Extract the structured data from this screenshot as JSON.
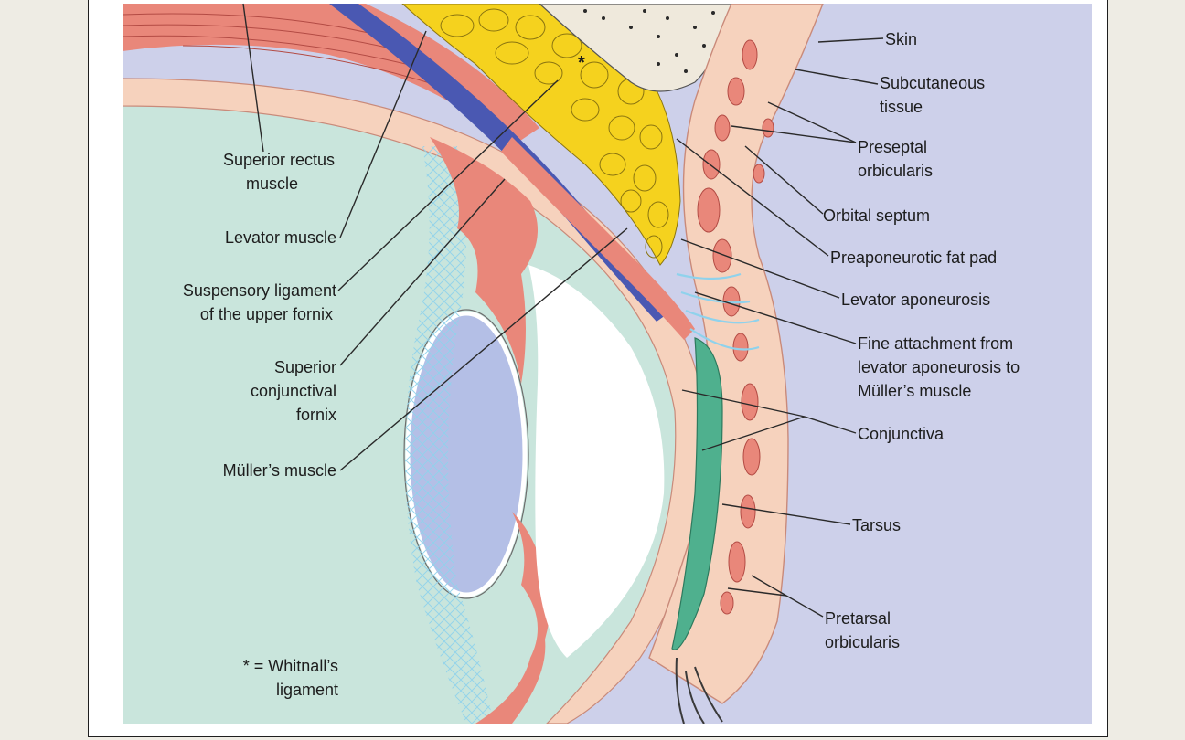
{
  "labels": {
    "skin": "Skin",
    "subcutaneous": [
      "Subcutaneous",
      "tissue"
    ],
    "preseptal": [
      "Preseptal",
      "orbicularis"
    ],
    "orbital_septum": "Orbital septum",
    "preaponeurotic": "Preaponeurotic fat pad",
    "levator_aponeurosis": "Levator aponeurosis",
    "fine_attachment": [
      "Fine attachment from",
      "levator aponeurosis to",
      "Müller’s muscle"
    ],
    "conjunctiva": "Conjunctiva",
    "tarsus": "Tarsus",
    "pretarsal": [
      "Pretarsal",
      "orbicularis"
    ],
    "superior_rectus": [
      "Superior rectus",
      "muscle"
    ],
    "levator_muscle": "Levator muscle",
    "suspensory": [
      "Suspensory ligament",
      "of the upper fornix"
    ],
    "superior_fornix": [
      "Superior",
      "conjunctival",
      "fornix"
    ],
    "muller": "Müller’s muscle",
    "whitnall": [
      "* = Whitnall’s",
      "ligament"
    ],
    "asterisk": "*"
  },
  "colors": {
    "page_bg": "#eeece4",
    "frame_bg": "#ffffff",
    "eye_interior": "#c9e5dc",
    "lid_exterior": "#cdd0ea",
    "skin_tone": "#f6d2bd",
    "muscle": "#e9877a",
    "fat": "#f5d21e",
    "levator_blue": "#4a58b2",
    "lens": "#b4bfe6",
    "tarsus": "#4fb08e",
    "ligament": "#8fd2ec"
  }
}
